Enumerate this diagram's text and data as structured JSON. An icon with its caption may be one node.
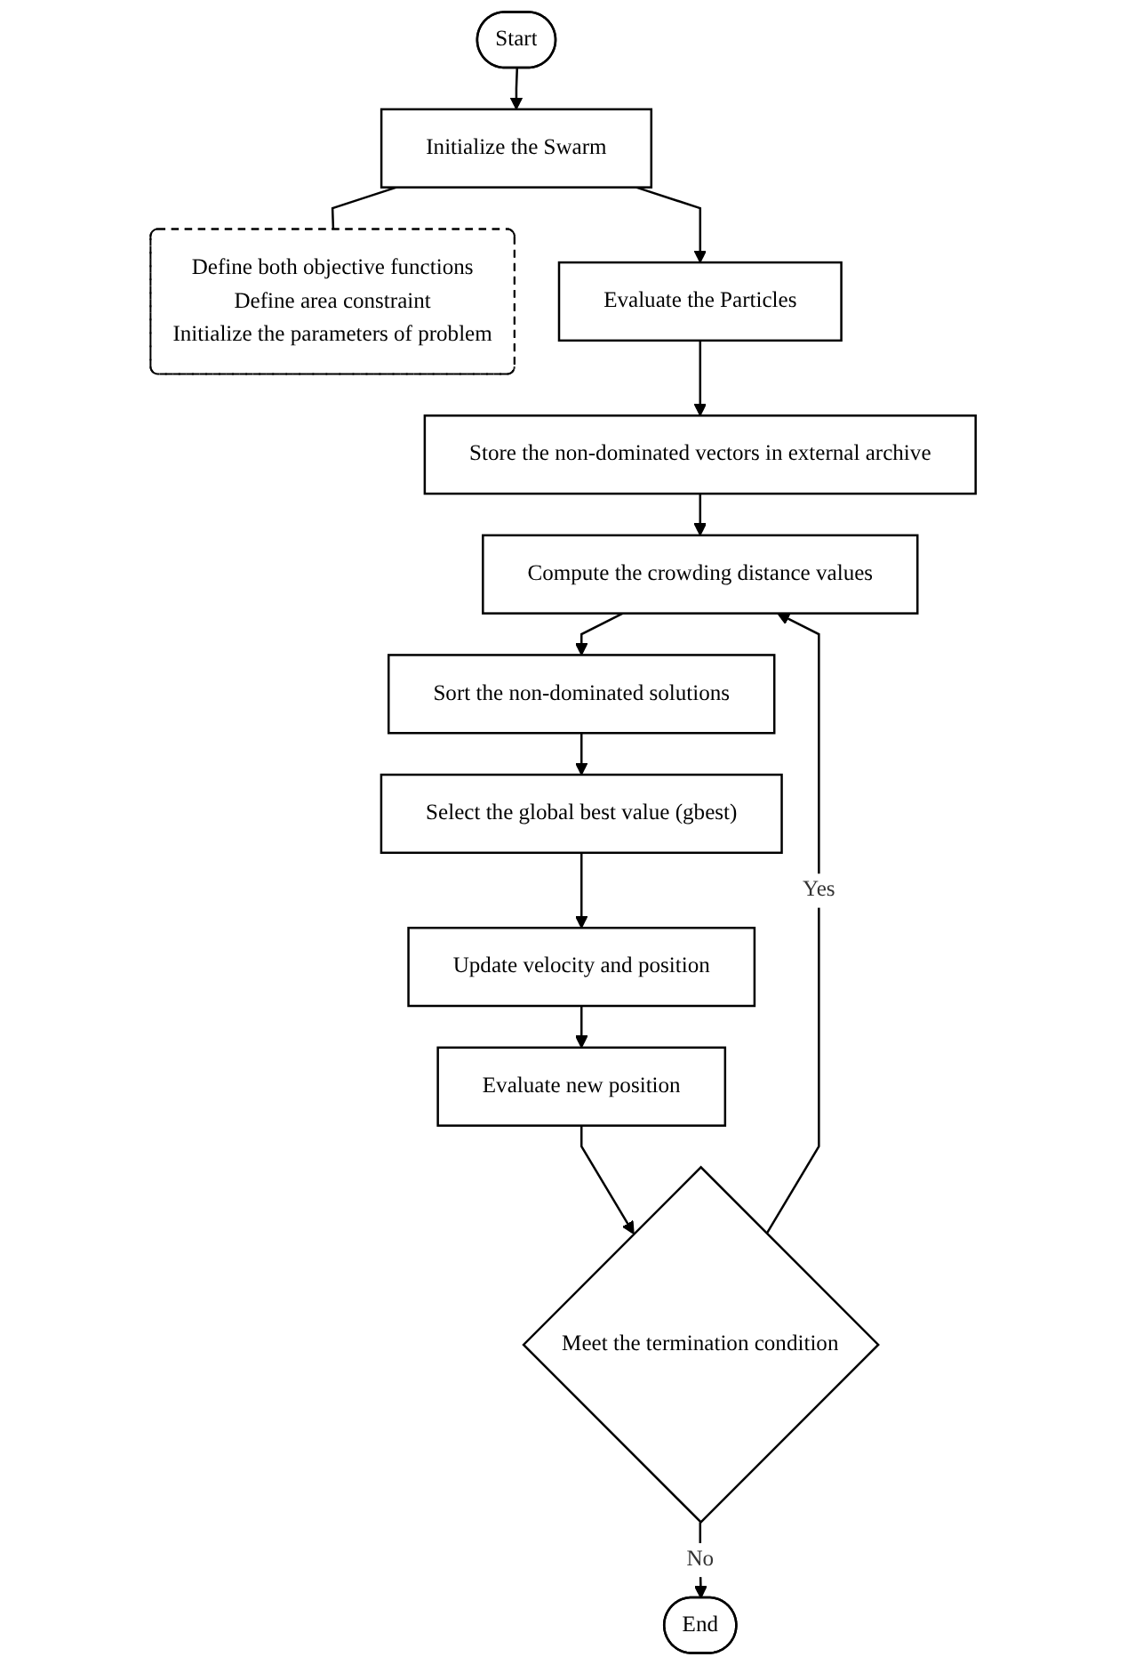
{
  "diagram": {
    "nodes": [
      {
        "text": [
          "Start"
        ]
      },
      {
        "text": [
          "Initialize the Swarm"
        ]
      },
      {
        "text": [
          "Define both objective functions",
          "Define area constraint",
          "Initialize the parameters of problem"
        ]
      },
      {
        "text": [
          "Evaluate the Particles"
        ]
      },
      {
        "text": [
          "Store the non-dominated vectors in external archive"
        ]
      },
      {
        "text": [
          "Compute the crowding distance values"
        ]
      },
      {
        "text": [
          "Sort the non-dominated solutions"
        ]
      },
      {
        "text": [
          "Select the global best value (gbest)"
        ]
      },
      {
        "text": [
          "Update velocity and position"
        ]
      },
      {
        "text": [
          "Evaluate new position"
        ]
      },
      {
        "text": [
          "Meet the termination condition"
        ]
      },
      {
        "text": [
          "End"
        ]
      }
    ],
    "edges": [
      {
        "from": 0,
        "to": 1,
        "arrow": "to"
      },
      {
        "from": 1,
        "to": 2,
        "arrow": "none"
      },
      {
        "from": 1,
        "to": 3,
        "arrow": "to"
      },
      {
        "from": 3,
        "to": 4,
        "arrow": "to"
      },
      {
        "from": 4,
        "to": 5,
        "arrow": "to"
      },
      {
        "from": 5,
        "to": 6,
        "arrow": "to"
      },
      {
        "from": 6,
        "to": 7,
        "arrow": "to"
      },
      {
        "from": 7,
        "to": 8,
        "arrow": "to"
      },
      {
        "from": 8,
        "to": 9,
        "arrow": "to"
      },
      {
        "from": 9,
        "to": 10,
        "arrow": "to"
      },
      {
        "from": 10,
        "to": 5,
        "label": "Yes",
        "arrow": "to"
      },
      {
        "from": 10,
        "to": 11,
        "label": "No",
        "arrow": "to"
      }
    ]
  }
}
